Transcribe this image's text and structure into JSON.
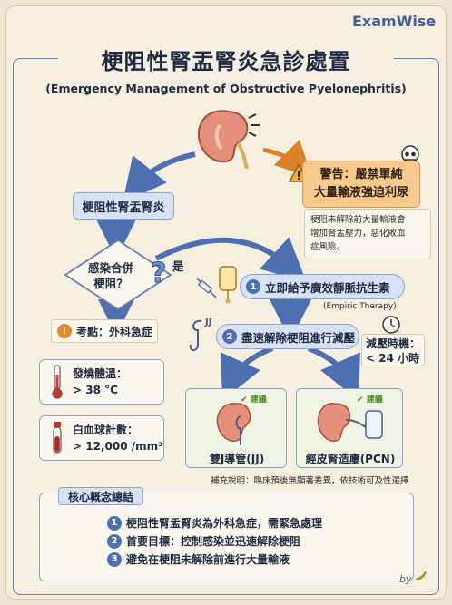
{
  "brand": "ExamWise",
  "title": "梗阻性腎盂腎炎急診處置",
  "subtitle": "(Emergency Management of Obstructive Pyelonephritis)",
  "warning": {
    "line1": "警告：嚴禁單純",
    "line2": "大量輸液強迫利尿",
    "note_line1": "梗阻未解除前大量輸液會",
    "note_line2": "增加腎盂壓力，惡化敗血",
    "note_line3": "症風險。"
  },
  "diagnosis": "梗阻性腎盂腎炎",
  "decision": {
    "line1": "感染合併",
    "line2": "梗阻？",
    "yes_label": "是"
  },
  "exam_point": {
    "num": "!",
    "text": "考點：外科急症"
  },
  "steps": [
    {
      "num": "1",
      "text": "立即給予廣效靜脈抗生素",
      "note": "(Empiric Therapy)"
    },
    {
      "num": "2",
      "text": "盡速解除梗阻進行減壓"
    }
  ],
  "decompression": {
    "line1": "減壓時機：",
    "line2": "< 24 小時"
  },
  "labs": [
    {
      "line1": "發燒體溫：",
      "line2": "> 38 °C"
    },
    {
      "line1": "白血球計數：",
      "line2": "> 12,000 /mm³"
    }
  ],
  "options": [
    {
      "badge": "建議",
      "label": "雙J導管(JJ)"
    },
    {
      "badge": "建議",
      "label": "經皮腎造廔(PCN)"
    }
  ],
  "jj_tag": "JJ",
  "options_note": "補充說明：臨床預後無顯著差異，依技術可及性選擇",
  "summary": {
    "title": "核心概念總結",
    "items": [
      {
        "num": "1",
        "text": "梗阻性腎盂腎炎為外科急症，需緊急處理"
      },
      {
        "num": "2",
        "text": "首要目標：控制感染並迅速解除梗阻"
      },
      {
        "num": "3",
        "text": "避免在梗阻未解除前進行大量輸液"
      }
    ]
  },
  "signature": "by",
  "colors": {
    "accent_blue": "#4f6fb3",
    "warn_orange": "#f7c98d",
    "paper": "#f6efdf"
  }
}
